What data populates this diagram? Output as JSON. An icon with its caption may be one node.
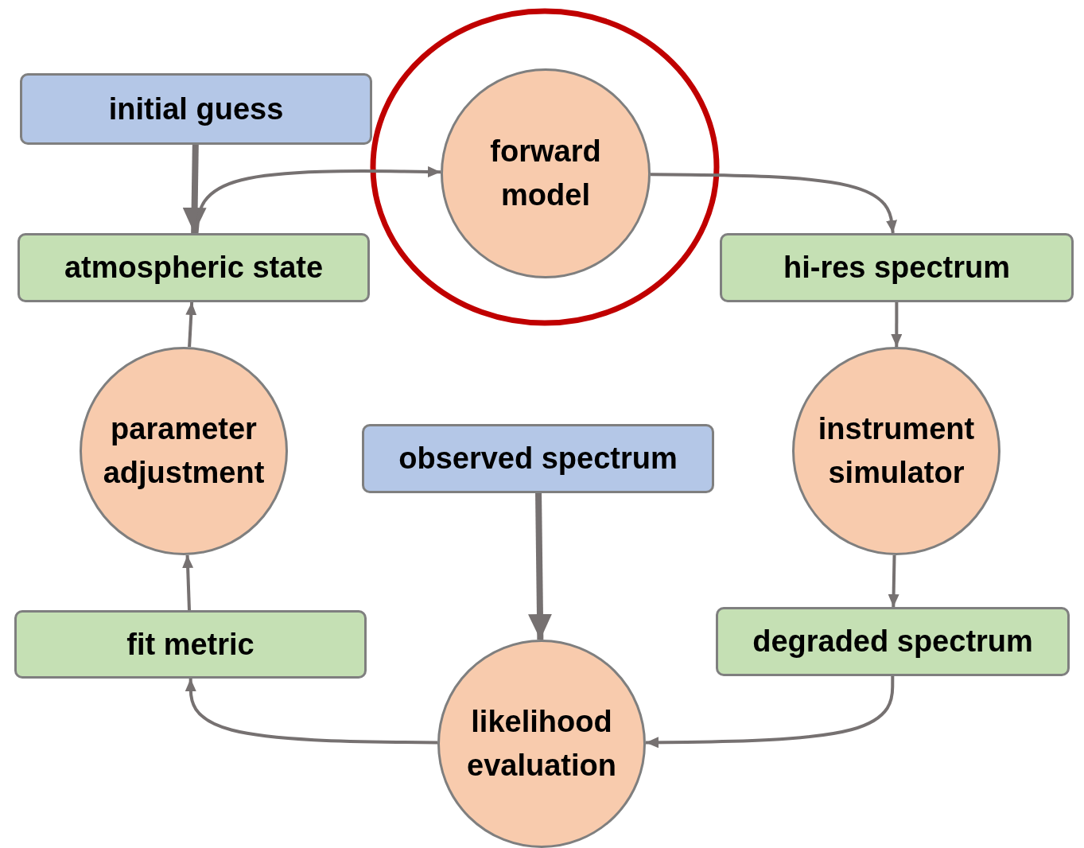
{
  "diagram": {
    "nodes": [
      {
        "text": [
          "initial guess"
        ]
      },
      {
        "text": [
          "atmospheric state"
        ]
      },
      {
        "text": [
          "forward model"
        ]
      },
      {
        "text": [
          "hi-res spectrum"
        ]
      },
      {
        "text": [
          "instrument simulator"
        ]
      },
      {
        "text": [
          "degraded spectrum"
        ]
      },
      {
        "text": [
          "likelihood evaluation"
        ]
      },
      {
        "text": [
          "observed spectrum"
        ]
      },
      {
        "text": [
          "fit metric"
        ]
      },
      {
        "text": [
          "parameter adjustment"
        ]
      }
    ],
    "edges": [
      {
        "from": 0,
        "to": 1,
        "arrow": "to",
        "style": "thick"
      },
      {
        "from": 1,
        "to": 2,
        "arrow": "to"
      },
      {
        "from": 2,
        "to": 3,
        "arrow": "to"
      },
      {
        "from": 3,
        "to": 4,
        "arrow": "to"
      },
      {
        "from": 4,
        "to": 5,
        "arrow": "to"
      },
      {
        "from": 5,
        "to": 6,
        "arrow": "to"
      },
      {
        "from": 7,
        "to": 6,
        "arrow": "to",
        "style": "thick"
      },
      {
        "from": 6,
        "to": 8,
        "arrow": "to"
      },
      {
        "from": 8,
        "to": 9,
        "arrow": "to"
      },
      {
        "from": 9,
        "to": 1,
        "arrow": "to"
      }
    ]
  }
}
